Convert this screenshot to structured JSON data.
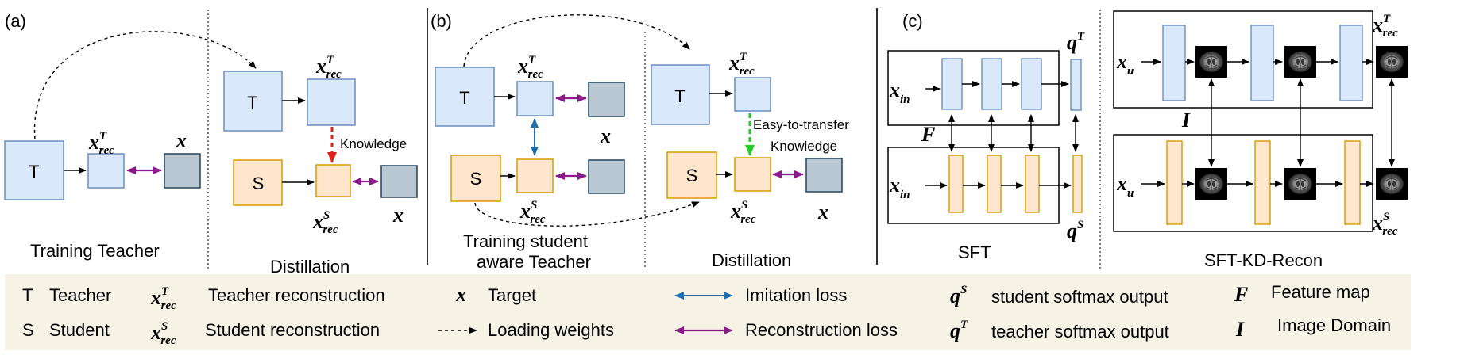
{
  "panels": {
    "a": {
      "tag": "(a)",
      "training_caption": "Training Teacher",
      "distill_caption": "Distillation",
      "teacher_letter": "T",
      "student_letter": "S",
      "knowledge_label": "Knowledge"
    },
    "b": {
      "tag": "(b)",
      "training_caption_line1": "Training student",
      "training_caption_line2": "aware Teacher",
      "distill_caption": "Distillation",
      "teacher_letter": "T",
      "student_letter": "S",
      "easy_label": "Easy-to-transfer",
      "knowledge_label": "Knowledge"
    },
    "c": {
      "tag": "(c)",
      "sft_caption": "SFT",
      "sftkd_caption": "SFT-KD-Recon"
    }
  },
  "math": {
    "x_rec_T_base": "x",
    "x_rec_T_sub": "rec",
    "x_rec_T_sup": "T",
    "x_rec_S_base": "x",
    "x_rec_S_sub": "rec",
    "x_rec_S_sup": "S",
    "x_target": "x",
    "x_in_base": "x",
    "x_in_sub": "in",
    "x_u_base": "x",
    "x_u_sub": "u",
    "q_base": "q",
    "q_T_sup": "T",
    "q_S_sup": "S",
    "F": "F",
    "I": "I"
  },
  "legend": {
    "row1": {
      "T_letter": "T",
      "T_text": "Teacher",
      "xrecT_text": "Teacher reconstruction",
      "x_text": "Target",
      "imitation_text": "Imitation loss",
      "qS_text": "student softmax output",
      "F_text": "Feature map"
    },
    "row2": {
      "S_letter": "S",
      "S_text": "Student",
      "xrecS_text": "Student reconstruction",
      "loading_text": "Loading weights",
      "recon_text": "Reconstruction loss",
      "qT_text": "teacher softmax output",
      "I_text": "Image Domain"
    }
  },
  "colors": {
    "teacher_fill": "#dae8fc",
    "teacher_stroke": "#6c8ebf",
    "student_fill": "#ffe6cc",
    "student_stroke": "#d79b00",
    "target_fill": "#bac8d3",
    "target_stroke": "#23445d",
    "imitation": "#1f6fb0",
    "reconstruction": "#8b1a8b",
    "knowledge_red": "#e0201a",
    "knowledge_green": "#22cc22",
    "legend_bg": "#f6f3e6"
  }
}
